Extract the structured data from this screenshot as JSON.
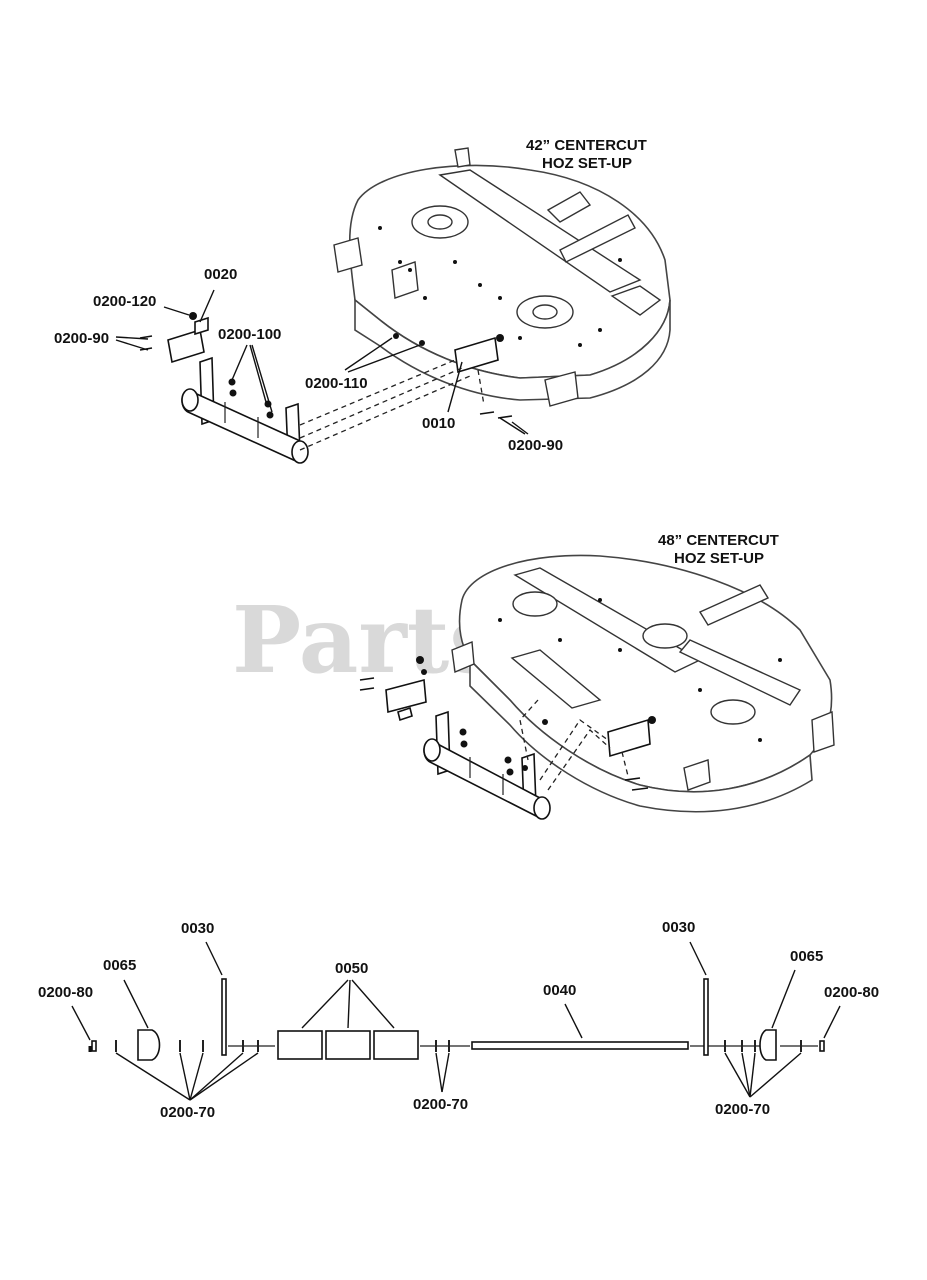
{
  "watermark": "PartsTree",
  "trademark": "™",
  "diagram_42": {
    "title_line1": "42” CENTERCUT",
    "title_line2": "HOZ SET-UP",
    "callouts": [
      "0020",
      "0200-120",
      "0200-90",
      "0200-100",
      "0200-110",
      "0010",
      "0200-90"
    ]
  },
  "diagram_48": {
    "title_line1": "48” CENTERCUT",
    "title_line2": "HOZ SET-UP"
  },
  "exploded": {
    "callouts": [
      "0030",
      "0065",
      "0050",
      "0040",
      "0030",
      "0065",
      "0200-80",
      "0200-80",
      "0200-70",
      "0200-70",
      "0200-70"
    ]
  }
}
